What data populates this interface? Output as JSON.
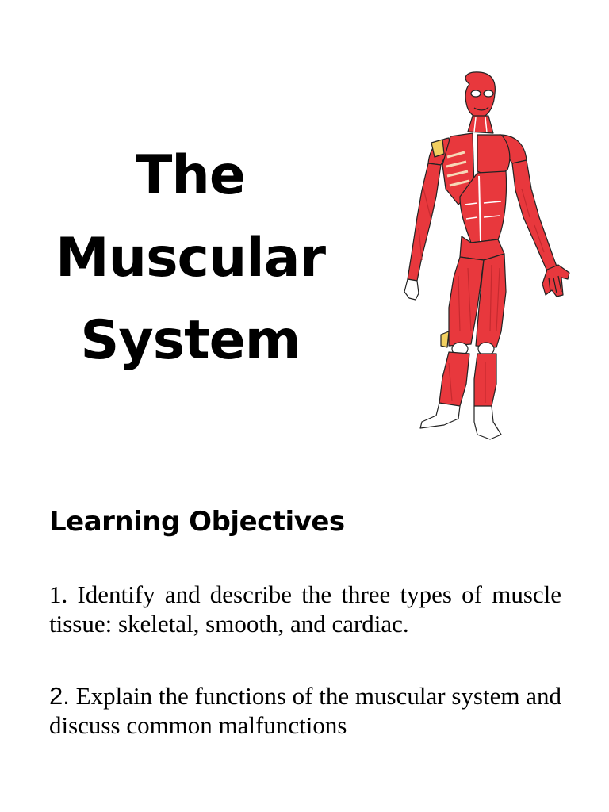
{
  "title": {
    "line1": "The",
    "line2": "Muscular",
    "line3": "System"
  },
  "figure": {
    "icon": "human-muscular-system-illustration",
    "colors": {
      "muscle": "#e8383d",
      "muscle_dark": "#c62a2f",
      "outline": "#222222",
      "tendon": "#ffffff",
      "skin": "#f6d9b8"
    }
  },
  "learning_objectives": {
    "heading": "Learning Objectives",
    "items": [
      {
        "number": "1.",
        "text": "Identify and describe the three types of muscle tissue: skeletal, smooth, and cardiac."
      },
      {
        "number": "2.",
        "text": "Explain the functions of the muscular system and discuss common malfunctions"
      }
    ]
  }
}
